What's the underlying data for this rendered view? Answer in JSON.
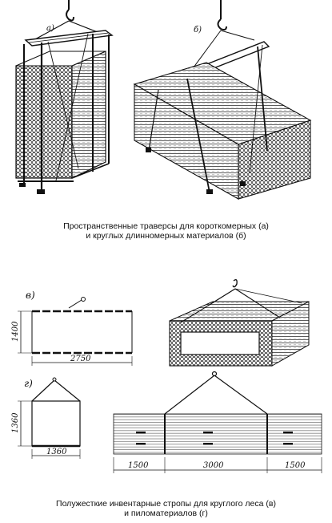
{
  "panels": {
    "a": {
      "label": "a)"
    },
    "b": {
      "label": "б)"
    },
    "v": {
      "label": "в)",
      "height_dim": "1400",
      "width_dim": "2750"
    },
    "g": {
      "label": "г)",
      "height_dim": "1360",
      "width_dim": "1360",
      "segments": [
        "1500",
        "3000",
        "1500"
      ]
    }
  },
  "captions": {
    "top_line1": "Пространственные траверсы для короткомерных (а)",
    "top_line2": "и круглых длинномерных материалов (б)",
    "bottom_line1": "Полужесткие инвентарные стропы для круглого леса (в)",
    "bottom_line2": "и пиломатериалов (г)"
  }
}
